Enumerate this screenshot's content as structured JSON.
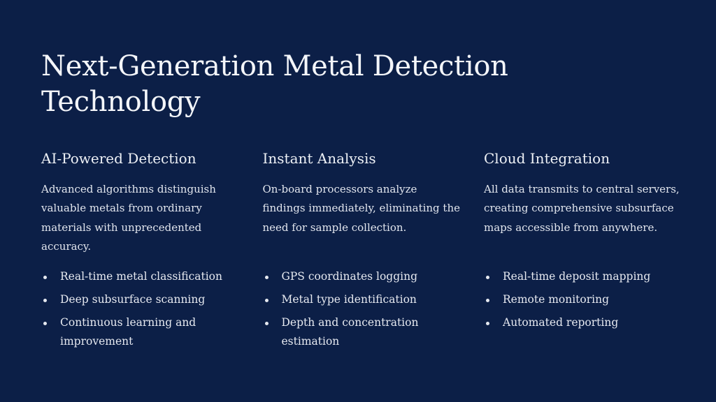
{
  "slide": {
    "title": "Next-Generation Metal Detection Technology",
    "columns": [
      {
        "heading": "AI-Powered Detection",
        "description": "Advanced algorithms distinguish valuable metals from ordinary materials with unprecedented accuracy.",
        "bullets": [
          "Real-time metal classification",
          "Deep subsurface scanning",
          "Continuous learning and improvement"
        ]
      },
      {
        "heading": "Instant Analysis",
        "description": "On-board processors analyze findings immediately, eliminating the need for sample collection.",
        "bullets": [
          "GPS coordinates logging",
          "Metal type identification",
          "Depth and concentration estimation"
        ]
      },
      {
        "heading": "Cloud Integration",
        "description": "All data transmits to central servers, creating comprehensive subsurface maps accessible from anywhere.",
        "bullets": [
          "Real-time deposit mapping",
          "Remote monitoring",
          "Automated reporting"
        ]
      }
    ]
  },
  "colors": {
    "background": "#0c1f47",
    "text": "#f2f4f8"
  }
}
